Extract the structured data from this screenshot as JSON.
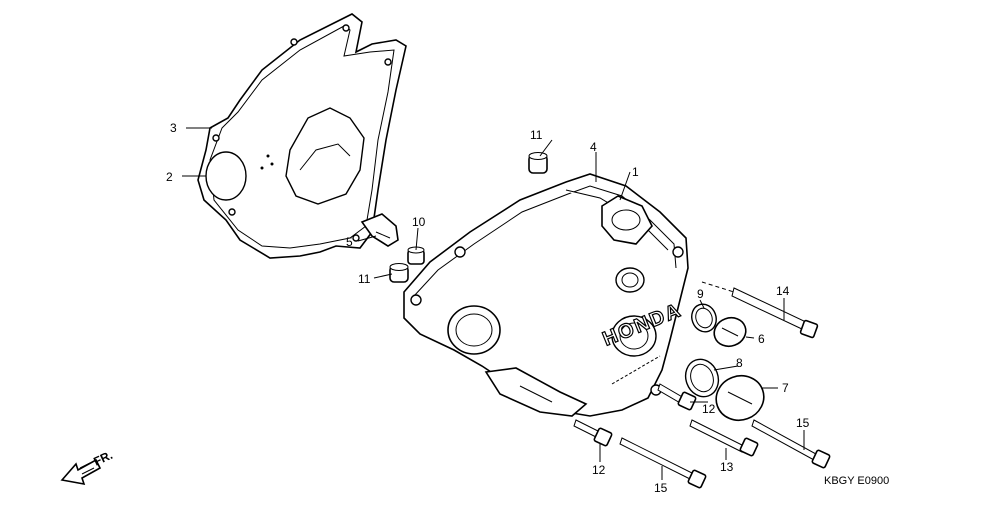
{
  "diagram": {
    "callouts": {
      "c1": "1",
      "c2": "2",
      "c3": "3",
      "c4": "4",
      "c5": "5",
      "c6": "6",
      "c7": "7",
      "c8": "8",
      "c9": "9",
      "c10": "10",
      "c11a": "11",
      "c11b": "11",
      "c12a": "12",
      "c12b": "12",
      "c13": "13",
      "c14": "14",
      "c15a": "15",
      "c15b": "15"
    },
    "direction_label": "FR.",
    "cover_brand": "HONDA",
    "drawing_code": "KBGY E0900"
  }
}
